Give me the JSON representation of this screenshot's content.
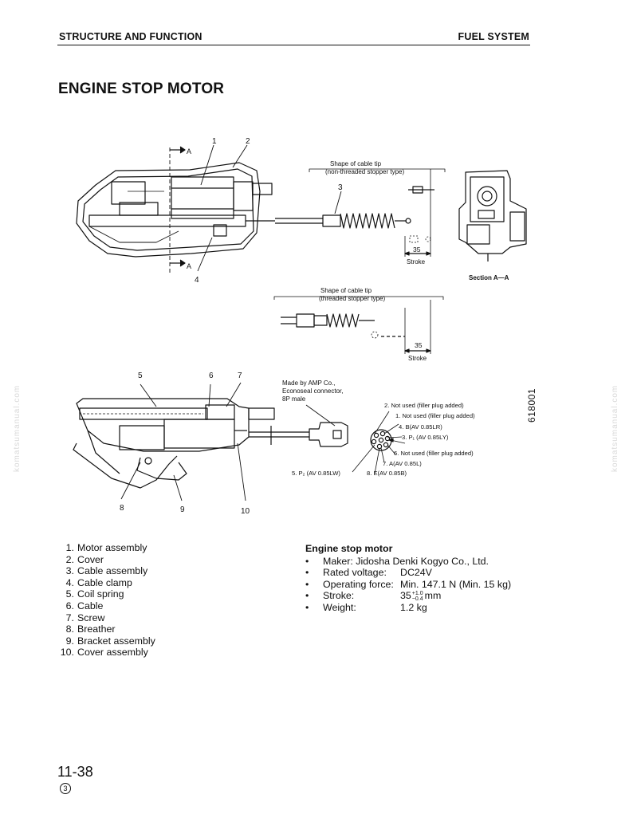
{
  "header": {
    "left": "STRUCTURE AND FUNCTION",
    "right": "FUEL SYSTEM"
  },
  "title": "ENGINE STOP MOTOR",
  "diagram": {
    "callouts_top": [
      "1",
      "2",
      "3",
      "4"
    ],
    "section_marks": [
      "A",
      "A"
    ],
    "tip1_caption": [
      "Shape of cable tip",
      "(non-threaded stopper type)"
    ],
    "tip2_caption": [
      "Shape of cable tip",
      "(threaded stopper type)"
    ],
    "stroke_value": "35",
    "stroke_label": "Stroke",
    "section_label": "Section A—A",
    "callouts_bottom": [
      "5",
      "6",
      "7",
      "8",
      "9",
      "10"
    ],
    "connector_label": [
      "Made by AMP Co.,",
      "Econoseal connector,",
      "8P male"
    ],
    "pins": {
      "p2": "2. Not used (filler plug added)",
      "p1": "1. Not used (filler plug added)",
      "p4": "4. B(AV 0.85LR)",
      "p3": "3. P₁ (AV 0.85LY)",
      "p6": "6. Not used (filler plug added)",
      "p7": "7. A(AV 0.85L)",
      "p5": "5. P₂ (AV 0.85LW)",
      "p8": "8. E(AV 0.85B)"
    }
  },
  "figure_number": "618001",
  "parts": [
    {
      "num": "1.",
      "name": "Motor assembly"
    },
    {
      "num": "2.",
      "name": "Cover"
    },
    {
      "num": "3.",
      "name": "Cable assembly"
    },
    {
      "num": "4.",
      "name": "Cable clamp"
    },
    {
      "num": "5.",
      "name": "Coil spring"
    },
    {
      "num": "6.",
      "name": "Cable"
    },
    {
      "num": "7.",
      "name": "Screw"
    },
    {
      "num": "8.",
      "name": "Breather"
    },
    {
      "num": "9.",
      "name": "Bracket assembly"
    },
    {
      "num": "10.",
      "name": "Cover assembly"
    }
  ],
  "specs": {
    "title": "Engine stop motor",
    "bullet": "•",
    "maker": "Maker: Jidosha Denki Kogyo Co., Ltd.",
    "voltage_label": "Rated voltage:",
    "voltage_value": "DC24V",
    "force_label": "Operating force:",
    "force_value": "Min. 147.1 N (Min. 15 kg)",
    "stroke_label": "Stroke:",
    "stroke_base": "35",
    "stroke_tol_upper": "+1.0",
    "stroke_tol_lower": "−0.4",
    "stroke_unit": "mm",
    "weight_label": "Weight:",
    "weight_value": "1.2 kg"
  },
  "page_number": "11-38",
  "revision": "3",
  "watermark": "komatsumanual.com"
}
